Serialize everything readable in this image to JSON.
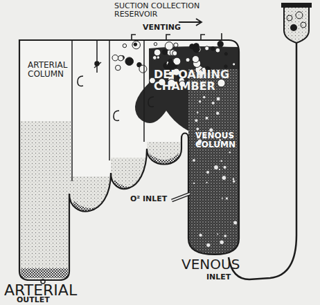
{
  "diagram": {
    "labels": [
      "SUCTION COLLECTION RESERVOIR",
      "VENTING",
      "ARTERIAL COLUMN",
      "DEFOAMING CHAMBER",
      "VENOUS COLUMN",
      "O² INLET",
      "ARTERIAL",
      "OUTLET",
      "VENOUS",
      "INLET"
    ]
  }
}
